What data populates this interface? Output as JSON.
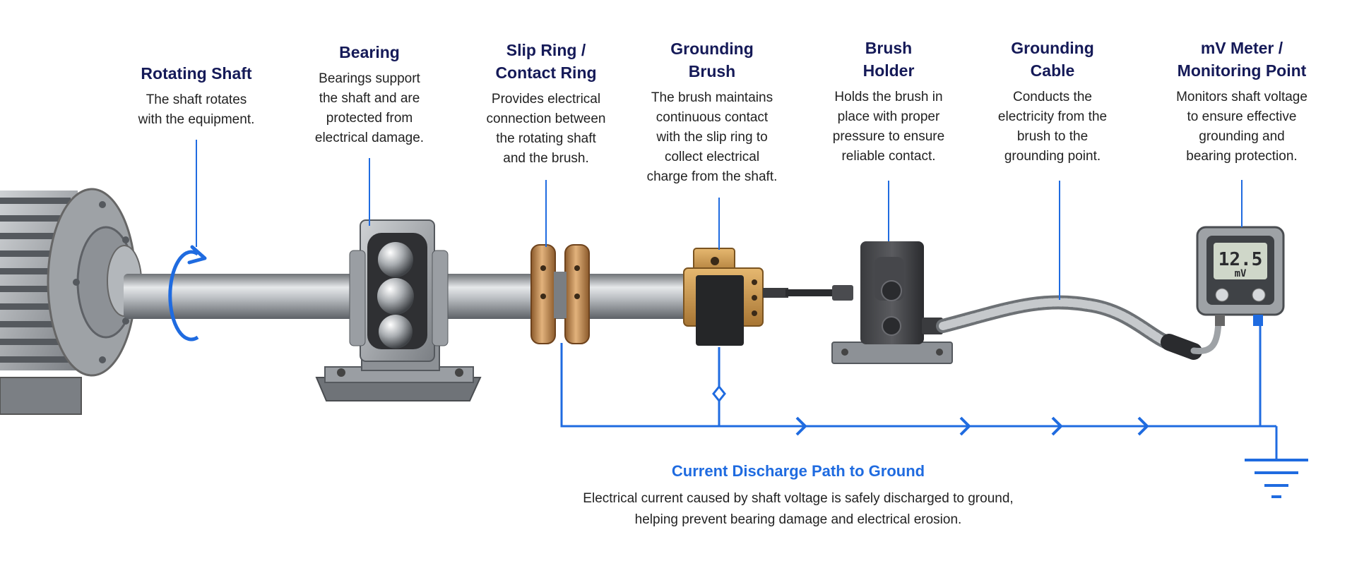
{
  "components": [
    {
      "id": "rotating-shaft",
      "title": "Rotating Shaft",
      "desc": "The shaft rotates\nwith the equipment."
    },
    {
      "id": "bearing",
      "title": "Bearing",
      "desc": "Bearings support\nthe shaft and are\nprotected from\nelectrical damage."
    },
    {
      "id": "slip-ring",
      "title": "Slip Ring /\nContact Ring",
      "desc": "Provides electrical\nconnection between\nthe rotating shaft\nand the brush."
    },
    {
      "id": "grounding-brush",
      "title": "Grounding\nBrush",
      "desc": "The brush maintains\ncontinuous contact\nwith the slip ring to\ncollect electrical\ncharge from the shaft."
    },
    {
      "id": "brush-holder",
      "title": "Brush\nHolder",
      "desc": "Holds the brush in\nplace with proper\npressure to ensure\nreliable contact."
    },
    {
      "id": "grounding-cable",
      "title": "Grounding\nCable",
      "desc": "Conducts the\nelectricity from the\nbrush to the\ngrounding point."
    },
    {
      "id": "mv-meter",
      "title": "mV Meter /\nMonitoring Point",
      "desc": "Monitors shaft voltage\nto ensure effective\ngrounding and\nbearing protection."
    }
  ],
  "meter": {
    "reading": "12.5",
    "unit": "mV"
  },
  "discharge": {
    "title": "Current Discharge Path to Ground",
    "desc": "Electrical current caused by shaft voltage is safely discharged to ground,\nhelping prevent bearing damage and electrical erosion."
  },
  "colors": {
    "accent": "#1f6be0",
    "title": "#151a58",
    "steel": "#a7abb0",
    "copper": "#c8935c",
    "dark": "#2f3033"
  }
}
